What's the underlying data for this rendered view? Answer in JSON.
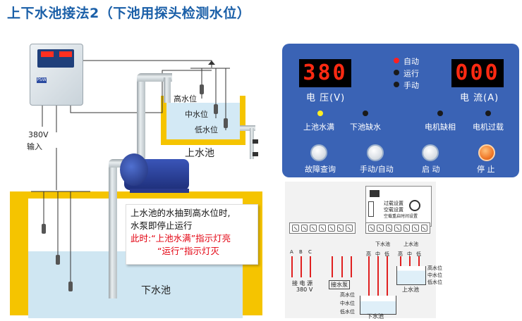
{
  "title": "上下水池接法2（下池用探头检测水位）",
  "left": {
    "controller_logo": "PSW",
    "voltage_label": "380V",
    "input_label": "输入",
    "upper_levels": [
      "高水位",
      "中水位",
      "低水位"
    ],
    "upper_tank_label": "上水池",
    "lower_tank_label": "下水池",
    "note": {
      "line1": "上水池的水抽到高水位时,",
      "line2": "水泵即停止运行",
      "line3": "此时:“上池水满”指示灯亮",
      "line4": "“运行”指示灯灭"
    }
  },
  "panel": {
    "voltage_value": "380",
    "current_value": "000",
    "voltage_label": "电 压(V)",
    "current_label": "电 流(A)",
    "modes": [
      "自动",
      "运行",
      "手动"
    ],
    "indicators": [
      "上池水满",
      "下池缺水",
      "电机缺相",
      "电机过载"
    ],
    "buttons": [
      "故障查询",
      "手动/自动",
      "启 动",
      "停 止"
    ],
    "colors": {
      "active_mode": "#ff2020",
      "active_indicator": "#ffee22",
      "inactive": "#1a1a1a"
    }
  },
  "wiring": {
    "box_menu": [
      "过载设置",
      "空载设置",
      "空载重启时间设置"
    ],
    "power_terminals": [
      "A",
      "B",
      "C"
    ],
    "power_label": "接 电 源",
    "power_voltage": "380 V",
    "pump_label": "接水泵",
    "probe_terms_left": [
      "高",
      "中",
      "低"
    ],
    "probe_terms_right": [
      "高",
      "中",
      "低"
    ],
    "lower_pool": "下水池",
    "upper_pool": "上水池",
    "right_levels": [
      "高水位",
      "中水位",
      "低水位"
    ],
    "left_levels": [
      "高水位",
      "中水位",
      "低水位"
    ]
  }
}
